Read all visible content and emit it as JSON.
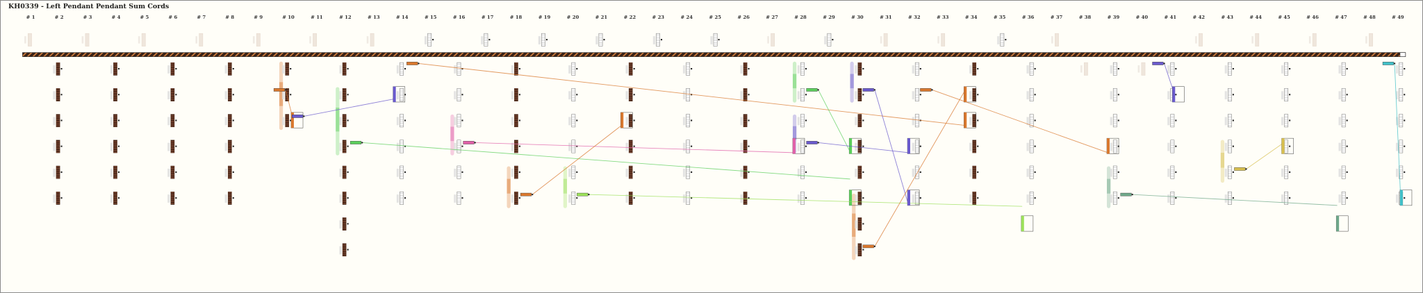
{
  "title": "KH0339 - Left Pendant Pendant Sum Cords",
  "column_labels": [
    "# 1",
    "# 2",
    "# 3",
    "# 4",
    "# 5",
    "# 6",
    "# 7",
    "# 8",
    "# 9",
    "# 10",
    "# 11",
    "# 12",
    "# 13",
    "# 14",
    "# 15",
    "# 16",
    "# 17",
    "# 18",
    "# 19",
    "# 20",
    "# 21",
    "# 22",
    "# 23",
    "# 24",
    "# 25",
    "# 26",
    "# 27",
    "# 28",
    "# 29",
    "# 30",
    "# 31",
    "# 32",
    "# 33",
    "# 34",
    "# 35",
    "# 36",
    "# 37",
    "# 38",
    "# 39",
    "# 40",
    "# 41",
    "# 42",
    "# 43",
    "# 44",
    "# 45",
    "# 46",
    "# 47",
    "# 48",
    "# 49"
  ],
  "colors": {
    "background": "#fffef8",
    "primary_cord": "#3a2216",
    "primary_stripe": "#c87a3e",
    "knotted_cord": "#7a4530",
    "orange": "#d9782e",
    "purple": "#6a5acd",
    "green": "#5ccf5c",
    "pink": "#e060a8",
    "lime": "#9be05a",
    "khaki": "#d8c050",
    "sage": "#6fa88a",
    "cyan": "#40c0c8"
  },
  "pendant_columns": [
    {
      "rows": 6,
      "style": "knotted"
    },
    {
      "rows": 6,
      "style": "knotted"
    },
    {
      "rows": 6,
      "style": "knotted"
    },
    {
      "rows": 6,
      "style": "knotted"
    },
    {
      "rows": 3,
      "style": "knotted"
    },
    {
      "rows": 8,
      "style": "knotted"
    },
    {
      "rows": 6,
      "style": "plain"
    },
    {
      "rows": 6,
      "style": "plain"
    },
    {
      "rows": 6,
      "style": "knotted"
    },
    {
      "rows": 6,
      "style": "plain"
    },
    {
      "rows": 6,
      "style": "knotted"
    },
    {
      "rows": 6,
      "style": "plain"
    },
    {
      "rows": 6,
      "style": "knotted"
    },
    {
      "rows": 6,
      "style": "plain"
    },
    {
      "rows": 8,
      "style": "knotted"
    },
    {
      "rows": 6,
      "style": "plain"
    },
    {
      "rows": 6,
      "style": "knotted"
    },
    {
      "rows": 6,
      "style": "plain"
    },
    {
      "rows": 1,
      "style": "faint"
    }
  ],
  "right_pendant_columns": [
    {
      "rows": 6,
      "style": "plain"
    },
    {
      "rows": 1,
      "style": "faint"
    },
    {
      "rows": 6,
      "style": "plain"
    },
    {
      "rows": 6,
      "style": "plain"
    },
    {
      "rows": 6,
      "style": "plain"
    },
    {
      "rows": 6,
      "style": "plain"
    },
    {
      "rows": 6,
      "style": "plain"
    }
  ],
  "top_cords": [
    {
      "faint": true
    },
    {
      "faint": true
    },
    {
      "faint": true
    },
    {
      "faint": true
    },
    {
      "faint": true
    },
    {
      "faint": true
    },
    {
      "faint": true
    },
    {
      "faint": false
    },
    {
      "faint": false
    },
    {
      "faint": false
    },
    {
      "faint": false
    },
    {
      "faint": false
    },
    {
      "faint": false
    },
    {
      "faint": true
    },
    {
      "faint": false
    },
    {
      "faint": true
    },
    {
      "faint": true
    },
    {
      "faint": false
    },
    {
      "faint": true
    },
    {
      "faint": true
    },
    {
      "faint": true
    },
    {
      "faint": true
    },
    {
      "faint": true
    }
  ],
  "sum_links": [
    {
      "color": "orange"
    },
    {
      "color": "purple"
    },
    {
      "color": "green"
    },
    {
      "color": "orange"
    },
    {
      "color": "pink"
    },
    {
      "color": "orange"
    },
    {
      "color": "lime"
    },
    {
      "color": "green"
    },
    {
      "color": "purple"
    },
    {
      "color": "purple"
    },
    {
      "color": "orange"
    },
    {
      "color": "orange"
    },
    {
      "color": "purple"
    },
    {
      "color": "khaki"
    },
    {
      "color": "sage"
    },
    {
      "color": "cyan"
    }
  ]
}
